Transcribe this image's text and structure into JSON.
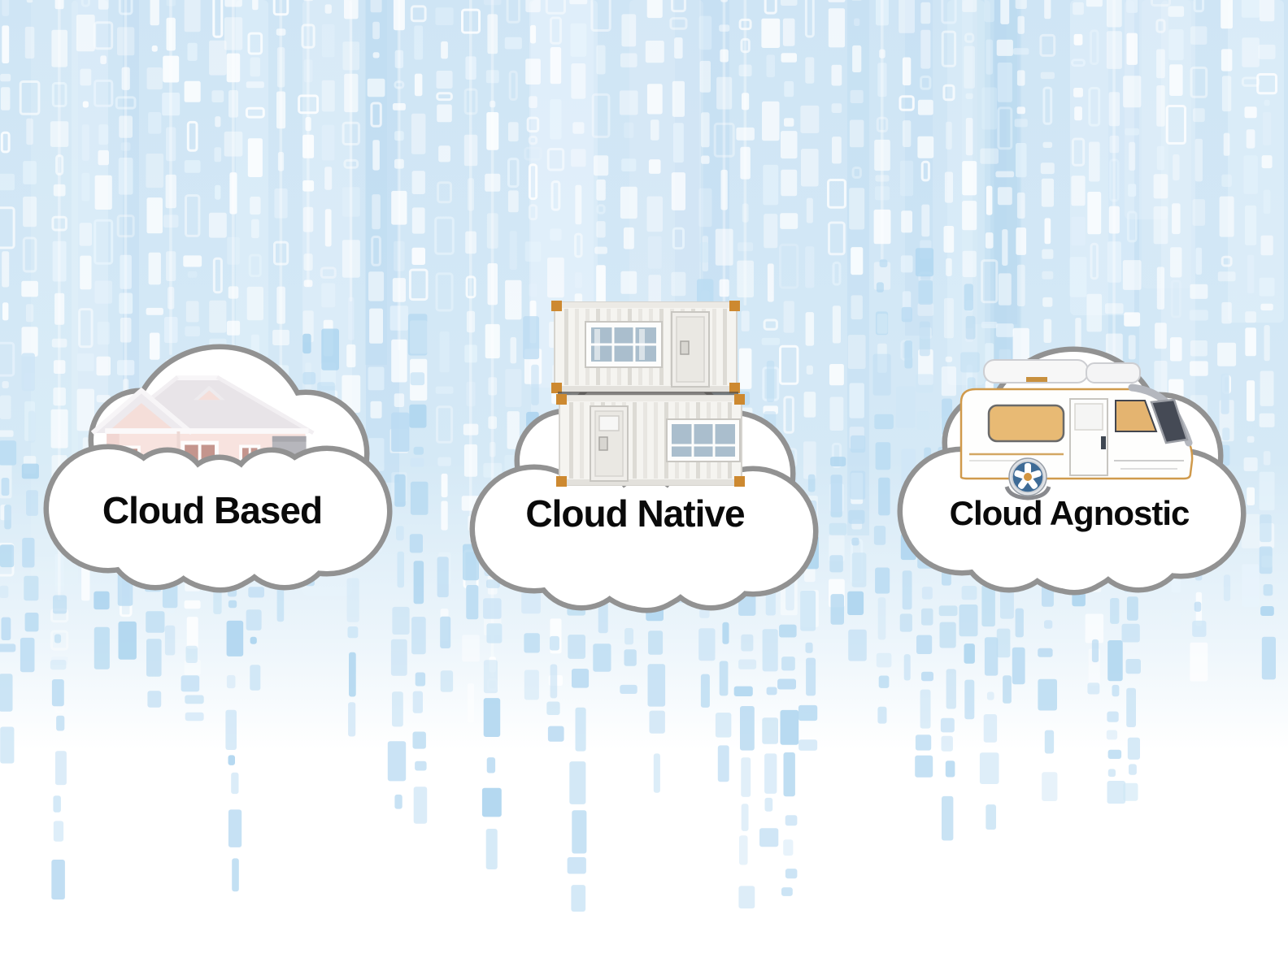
{
  "clouds": [
    {
      "label": "Cloud Based",
      "illustration": "house-icon"
    },
    {
      "label": "Cloud Native",
      "illustration": "stacked-shipping-containers-icon"
    },
    {
      "label": "Cloud Agnostic",
      "illustration": "motorhome-rv-icon"
    }
  ],
  "colors": {
    "background_top": "#cfe5f5",
    "background_mid": "#dcecf8",
    "background_bottom": "#ffffff",
    "rain_glyph_white": "#ffffff",
    "rain_glyph_pale": "#e8f4fc",
    "rain_glyph_blue_1": "#bcdcf2",
    "rain_glyph_blue_2": "#aed5ef",
    "rain_glyph_blue_3": "#cfe6f6",
    "rain_band_blue": "#b9d9f0",
    "cloud_fill": "#ffffff",
    "cloud_outline": "#929292",
    "label_text": "#0a0a0a",
    "house_wall": "#f8e3df",
    "house_roof": "#e8e4e8",
    "house_window_pane": "#c4958d",
    "garage_door": "#b6b6bc",
    "container_body": "#f5f4f0",
    "container_corner_fitting": "#cd8930",
    "container_glass": "#aabecd",
    "rv_body": "#fefefd",
    "rv_outline": "#d09a4c",
    "rv_window_amber": "#e4b470",
    "rv_windshield": "#454a55",
    "rv_wheel_blue": "#3e6b96"
  }
}
